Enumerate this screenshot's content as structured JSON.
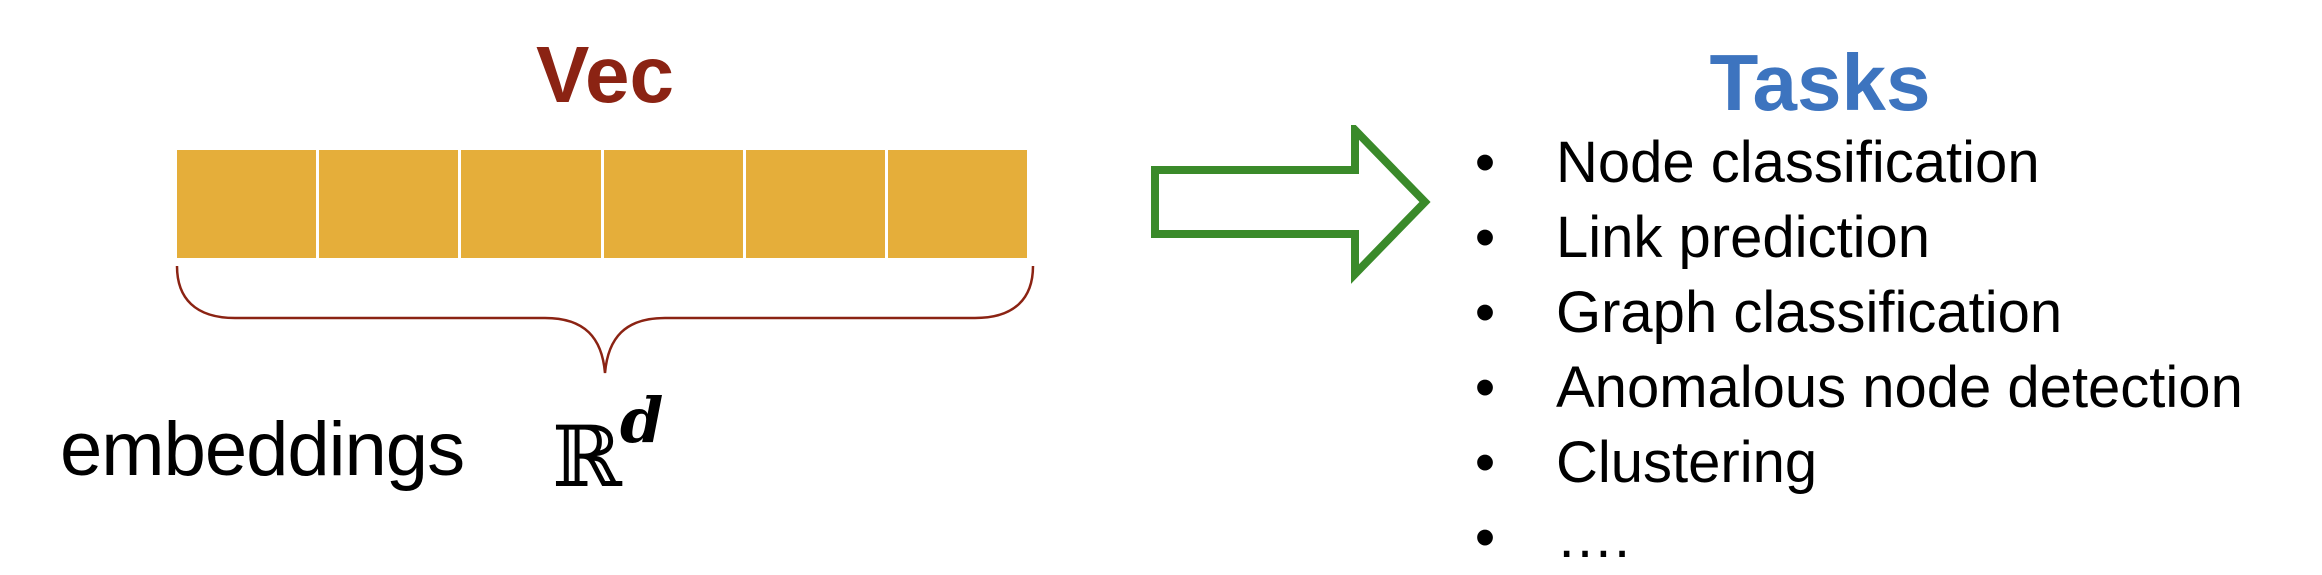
{
  "vec": {
    "title": "Vec",
    "cell_count": 6,
    "cell_color": "#e5ae3a",
    "title_color": "#8b2313"
  },
  "embedding": {
    "label": "embeddings",
    "space_symbol": "ℝ",
    "space_exponent": "d"
  },
  "arrow": {
    "color": "#3a8a2a"
  },
  "tasks": {
    "title": "Tasks",
    "title_color": "#3d74bf",
    "bullet": "•",
    "items": [
      "Node classification",
      "Link prediction",
      "Graph classification",
      "Anomalous node detection",
      "Clustering",
      "…."
    ]
  }
}
